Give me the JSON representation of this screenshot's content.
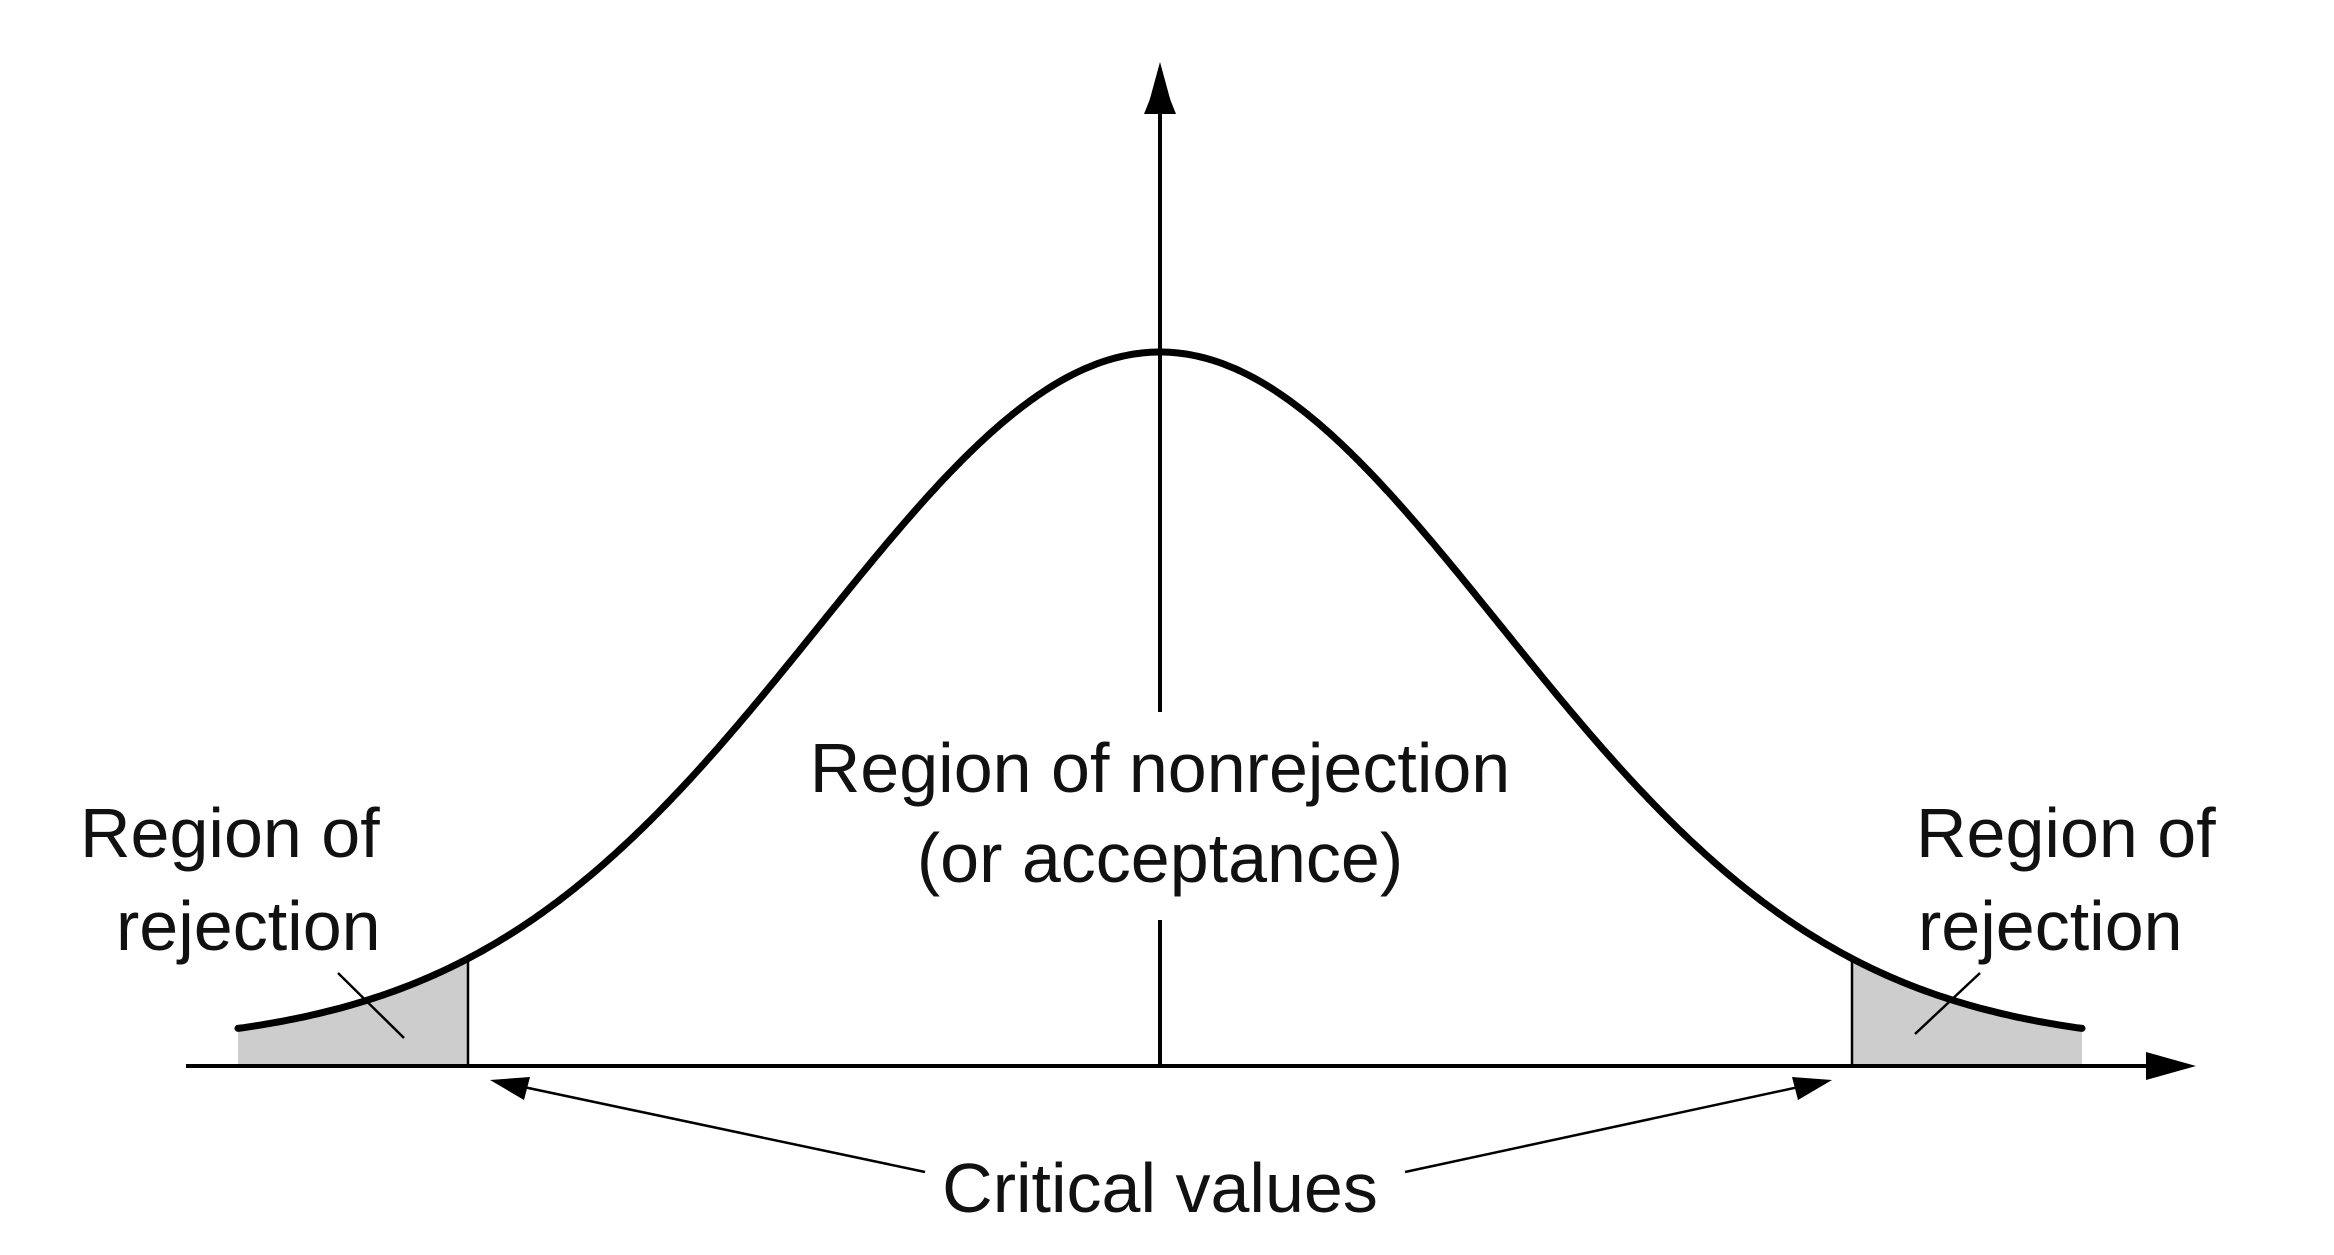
{
  "labels": {
    "left_region_line1": "Region of",
    "left_region_line2": "rejection",
    "right_region_line1": "Region of",
    "right_region_line2": "rejection",
    "center_line1": "Region of nonrejection",
    "center_line2": "(or acceptance)",
    "critical_values": "Critical values"
  },
  "colors": {
    "curve": "#000000",
    "rejection_fill": "#cdcdcd",
    "background": "#ffffff"
  }
}
